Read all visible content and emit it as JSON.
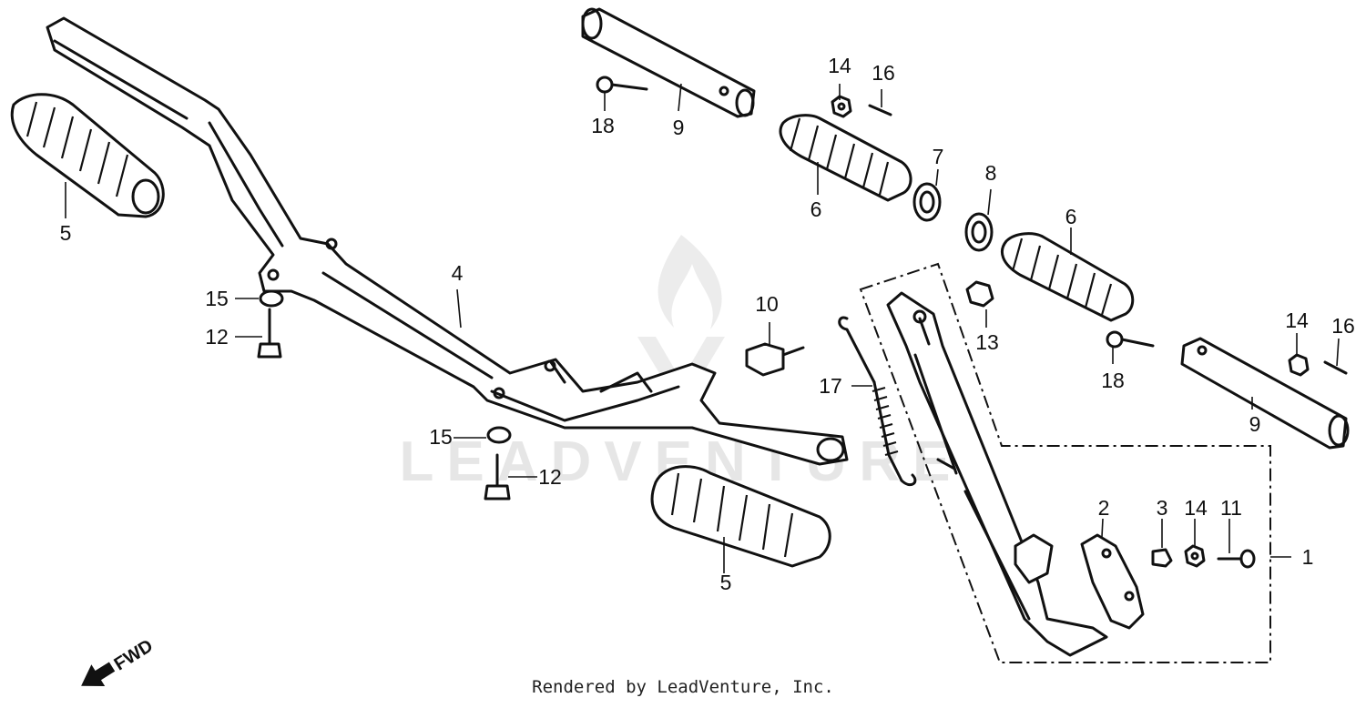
{
  "watermark": {
    "text": "LEADVENTURE"
  },
  "direction": {
    "label": "FWD"
  },
  "callouts": {
    "c1": "1",
    "c2": "2",
    "c3": "3",
    "c4": "4",
    "c5a": "5",
    "c5b": "5",
    "c6a": "6",
    "c6b": "6",
    "c7": "7",
    "c8": "8",
    "c9a": "9",
    "c9b": "9",
    "c10": "10",
    "c11": "11",
    "c12a": "12",
    "c12b": "12",
    "c13": "13",
    "c14a": "14",
    "c14b": "14",
    "c14c": "14",
    "c15a": "15",
    "c15b": "15",
    "c16a": "16",
    "c16b": "16",
    "c17": "17",
    "c18a": "18",
    "c18b": "18"
  },
  "footer": {
    "credit": "Rendered by LeadVenture, Inc."
  }
}
